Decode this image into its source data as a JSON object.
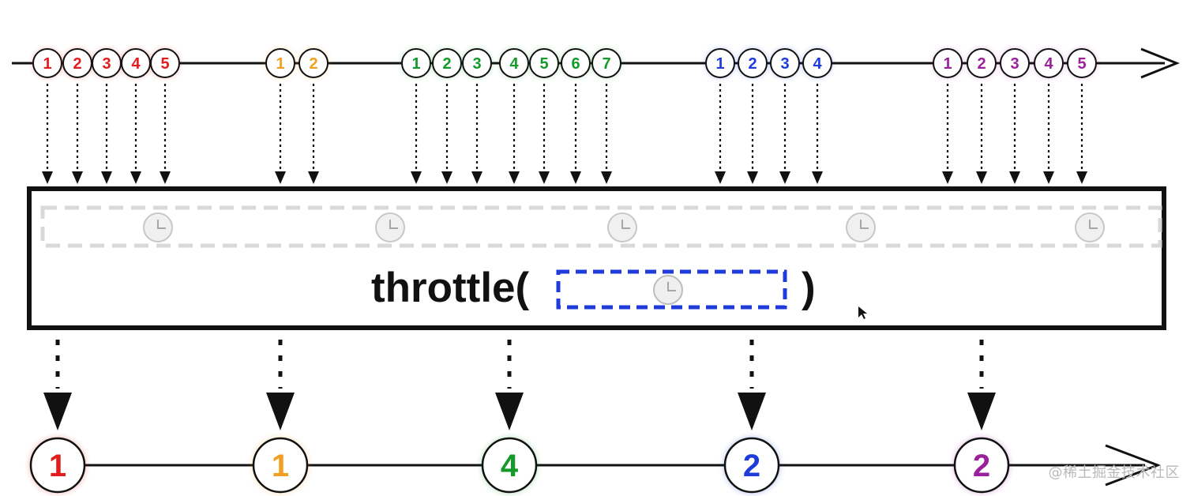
{
  "operator": {
    "name": "throttle(",
    "close": ")"
  },
  "colors": {
    "red": "#e31d1d",
    "orange": "#f0a020",
    "green": "#159a2a",
    "blue": "#1f3bd9",
    "purple": "#9b219b",
    "dashed_box": "#1f3bd9",
    "line": "#111111",
    "clock_gray": "#c8c8c8"
  },
  "icons": {
    "timer": "clock-icon",
    "arrowhead": "arrow-head-icon"
  },
  "input_groups": [
    {
      "color": "red",
      "items": [
        "1",
        "2",
        "3",
        "4",
        "5"
      ]
    },
    {
      "color": "orange",
      "items": [
        "1",
        "2"
      ]
    },
    {
      "color": "green",
      "items": [
        "1",
        "2",
        "3",
        "4",
        "5",
        "6",
        "7"
      ]
    },
    {
      "color": "blue",
      "items": [
        "1",
        "2",
        "3",
        "4"
      ]
    },
    {
      "color": "purple",
      "items": [
        "1",
        "2",
        "3",
        "4",
        "5"
      ]
    }
  ],
  "outputs": [
    {
      "label": "1",
      "color": "red"
    },
    {
      "label": "1",
      "color": "orange"
    },
    {
      "label": "4",
      "color": "green"
    },
    {
      "label": "2",
      "color": "blue"
    },
    {
      "label": "2",
      "color": "purple"
    }
  ],
  "watermark": "@稀土掘金技术社区"
}
